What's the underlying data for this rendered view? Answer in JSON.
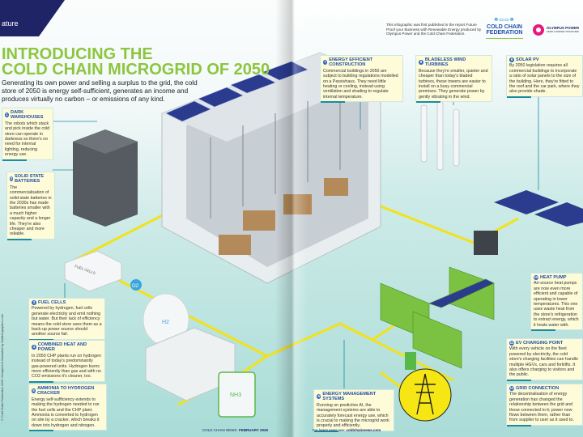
{
  "header": {
    "section": "ature",
    "title_line1": "INTRODUCING THE",
    "title_line2": "COLD CHAIN MICROGRID OF 2050",
    "intro": "Generating its own power and selling a surplus to the grid, the cold store of 2050 is energy self-sufficient, generates an income and produces virtually no carbon – or emissions of any kind."
  },
  "publication_note": "This infographic was first published in the report Future Proof your Business with Renewable Energy produced by Olympus Power and the Cold Chain Federation.",
  "logos": {
    "ccf_line1": "COLD CHAIN",
    "ccf_line2": "FEDERATION",
    "olympus": "OLYMPUS POWER",
    "olympus_tag": "ZERO CARBON TOGETHER"
  },
  "callouts": [
    {
      "num": "1",
      "title": "DARK WAREHOUSES",
      "text": "The robots which stack and pick inside the cold store can operate in darkness so there's no need for internal lighting, reducing energy use."
    },
    {
      "num": "2",
      "title": "SOLID STATE BATTERIES",
      "text": "The commercialisation of solid-state batteries in the 2030s has made batteries smaller with a much higher capacity and a longer life. They're also cheaper and more reliable."
    },
    {
      "num": "3",
      "title": "FUEL CELLS",
      "text": "Powered by hydrogen, fuel cells generate electricity and emit nothing but water. But their lack of efficiency means the cold store uses them as a back-up power source should another source fail."
    },
    {
      "num": "4",
      "title": "COMBINED HEAT AND POWER",
      "text": "In 2050 CHP plants run on hydrogen instead of today's predominantly gas-powered units. Hydrogen burns more efficiently than gas and with no CO2 emissions it's cleaner, too."
    },
    {
      "num": "5",
      "title": "AMMONIA TO HYDROGEN CRACKER",
      "text": "Energy self-sufficiency extends to making the hydrogen needed to run the fuel cells and the CHP plant. Ammonia is converted to hydrogen on site by a cracker, which breaks it down into hydrogen and nitrogen."
    },
    {
      "num": "6",
      "title": "ENERGY MANAGEMENT SYSTEMS",
      "text": "Running on predictive AI, the management systems are able to accurately forecast energy use, which is crucial to making the microgrid work properly and efficiently."
    },
    {
      "num": "7",
      "title": "ENERGY EFFICIENT CONSTRUCTION",
      "text": "Commercial buildings in 2050 are subject to building regulations modelled on a Passivhaus. They need little heating or cooling, instead using ventilation and shading to regulate internal temperature."
    },
    {
      "num": "8",
      "title": "BLADELESS WIND TURBINES",
      "text": "Because they're smaller, quieter and cheaper than today's bladed turbines, these towers are easier to install on a busy commercial premises. They generate power by gently vibrating in the wind."
    },
    {
      "num": "9",
      "title": "SOLAR PV",
      "text": "By 2050 legislation requires all commercial buildings to incorporate a ratio of solar panels to the size of the building. Here, they're fitted to the roof and the car park, where they also provide shade."
    },
    {
      "num": "10",
      "title": "HEAT PUMP",
      "text": "Air-source heat pumps are now even more efficient and capable of operating in lower temperatures. This one uses waste heat from the store's refrigeration to extract energy, which it heats water with."
    },
    {
      "num": "11",
      "title": "EV CHARGING POINT",
      "text": "With every vehicle on the fleet powered by electricity, the cold store's charging facilities can handle multiple HGVs, cars and forklifts. It also offers charging to visitors and the public."
    },
    {
      "num": "12",
      "title": "GRID CONNECTION",
      "text": "The decentralisation of energy generation has changed the relationship between the grid and those connected to it; power now flows between them, rather than from supplier to user as it used to."
    }
  ],
  "illustration_labels": {
    "fuel_cells": "FUEL CELLS",
    "o2": "O2",
    "h2": "H2",
    "nh3": "NH3"
  },
  "footer": {
    "publication": "COLD CHAIN NEWS",
    "date": "FEBRUARY 2026",
    "news_prefix": "For latest news see:",
    "news_url": "coldchainnews.com",
    "copyright": "© Cold Chain Federation 2025. Designed & illustrated by fluidinfographics.com"
  },
  "colors": {
    "title_green": "#8cc63f",
    "navy": "#1e2466",
    "grid_yellow": "#f5e614",
    "callout_bg": "#fdfbd8"
  }
}
